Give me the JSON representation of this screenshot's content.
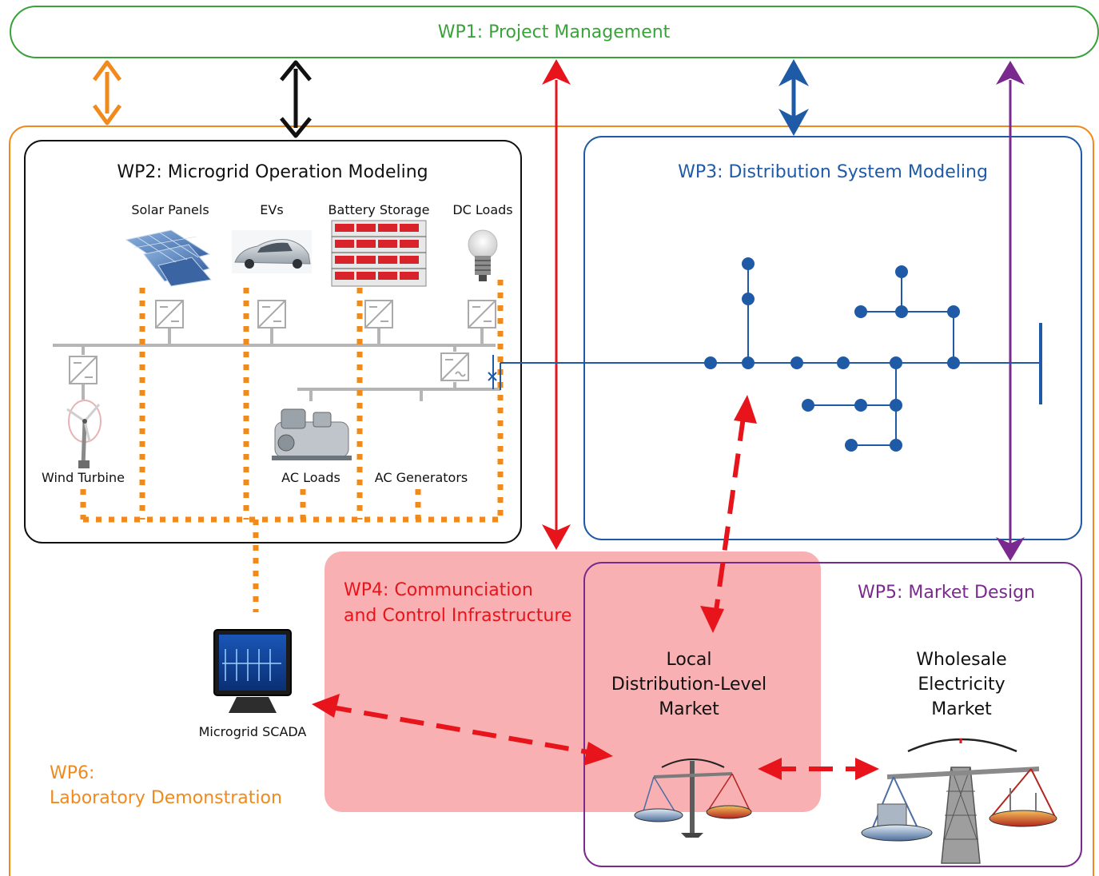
{
  "wp1": {
    "title": "WP1: Project Management",
    "color": "#3aa23a"
  },
  "wp2": {
    "title": "WP2: Microgrid Operation Modeling",
    "labels": {
      "solar": "Solar Panels",
      "evs": "EVs",
      "battery": "Battery Storage",
      "dc_loads": "DC Loads",
      "wind": "Wind Turbine",
      "ac_loads": "AC Loads",
      "ac_generators": "AC Generators"
    },
    "color": "#111111"
  },
  "wp3": {
    "title": "WP3: Distribution System Modeling",
    "color": "#1f5aa6"
  },
  "wp4": {
    "title_line1": "WP4: Communciation",
    "title_line2": "and Control Infrastructure",
    "color": "#e8141c",
    "fill": "#f8b0b2"
  },
  "wp5": {
    "title": "WP5: Market Design",
    "local_market": [
      "Local",
      "Distribution-Level",
      "Market"
    ],
    "wholesale_market": [
      "Wholesale",
      "Electricity",
      "Market"
    ],
    "color": "#7a2a8e"
  },
  "wp6": {
    "title_line1": "WP6:",
    "title_line2": "Laboratory Demonstration",
    "color": "#f08a1c"
  },
  "scada": {
    "label": "Microgrid SCADA"
  },
  "colors": {
    "orange": "#f08a1c",
    "black": "#111111",
    "red": "#e8141c",
    "blue": "#1f5aa6",
    "purple": "#7a2a8e",
    "grey_bus": "#b5b5b5"
  }
}
